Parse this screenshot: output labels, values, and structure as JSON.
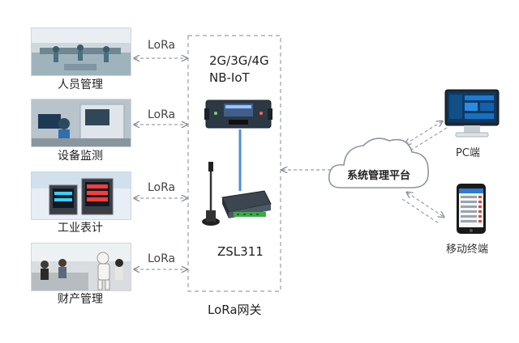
{
  "devices": [
    {
      "label": "人员管理",
      "link": "LoRa",
      "icon": "factory-workers-photo"
    },
    {
      "label": "设备监测",
      "link": "LoRa",
      "icon": "equipment-monitoring-photo"
    },
    {
      "label": "工业表计",
      "link": "LoRa",
      "icon": "industrial-meter-photo"
    },
    {
      "label": "财产管理",
      "link": "LoRa",
      "icon": "asset-management-photo"
    }
  ],
  "gateway": {
    "uplink_line1": "2G/3G/4G",
    "uplink_line2": "NB-IoT",
    "model": "ZSL311",
    "title": "LoRa网关"
  },
  "platform": {
    "label": "系统管理平台"
  },
  "clients": [
    {
      "label": "PC端",
      "icon": "pc-monitor-icon"
    },
    {
      "label": "移动终端",
      "icon": "smartphone-icon"
    }
  ],
  "colors": {
    "dashed": "#9aa0a6",
    "cable": "#4a90d0",
    "cloud": "#8e959c"
  }
}
